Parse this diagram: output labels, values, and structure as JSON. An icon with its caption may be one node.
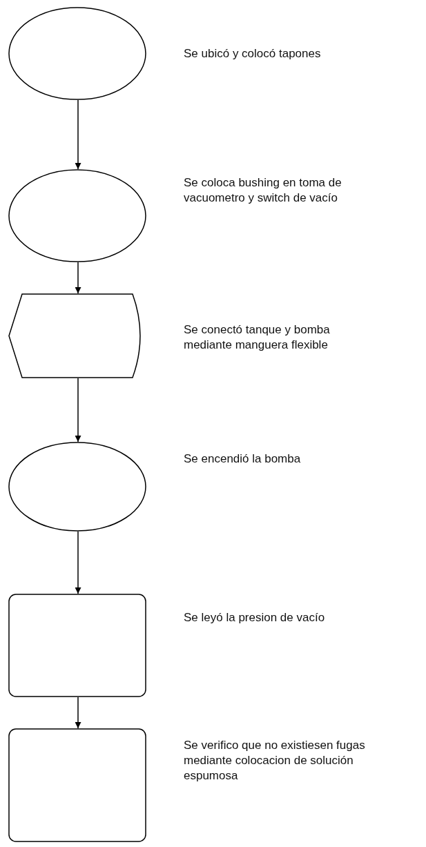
{
  "diagram": {
    "nodes": [
      {
        "text": [],
        "shape": "ellipse",
        "beside": [
          "Se ubicó y colocó tapones"
        ]
      },
      {
        "text": [],
        "shape": "ellipse",
        "beside": [
          "Se coloca bushing en toma de vacuometro y switch de vacío"
        ]
      },
      {
        "text": [],
        "shape": "display",
        "beside": [
          "Se conectó tanque y bomba mediante manguera flexible"
        ]
      },
      {
        "text": [],
        "shape": "ellipse",
        "beside": [
          "Se encendió la bomba"
        ]
      },
      {
        "text": [],
        "shape": "box",
        "beside": [
          "Se leyó la presion de vacío"
        ]
      },
      {
        "text": [],
        "shape": "box",
        "beside": [
          "Se verifico que no existiesen fugas mediante colocacion de solución espumosa"
        ]
      }
    ],
    "edges": [
      {
        "from": 0,
        "to": 1,
        "arrow": "to"
      },
      {
        "from": 1,
        "to": 2,
        "arrow": "to"
      },
      {
        "from": 2,
        "to": 3,
        "arrow": "to"
      },
      {
        "from": 3,
        "to": 4,
        "arrow": "to"
      },
      {
        "from": 4,
        "to": 5,
        "arrow": "to"
      }
    ]
  }
}
